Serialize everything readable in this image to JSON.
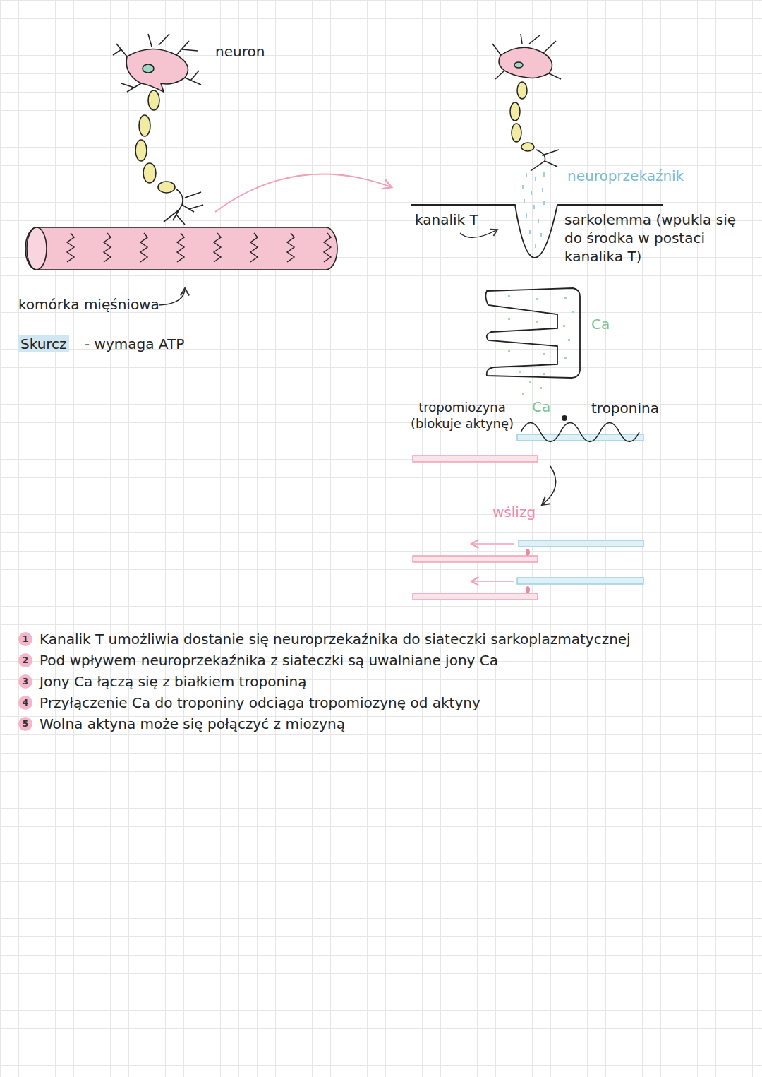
{
  "diagram": {
    "labels": [
      "neuron",
      "komórka mięśniowa",
      "Skurcz",
      "- wymaga ATP",
      "neuroprzekaźnik",
      "kanalik T",
      "sarkolemma (wpukla się do środka w postaci kanalika T)",
      "Ca",
      "tropomiozyna (blokuje aktynę)",
      "Ca",
      "troponina",
      "wślizg",
      "1",
      "Kanalik T umożliwia dostanie się neuroprzekaźnika do siateczki sarkoplazmatycznej",
      "2",
      "Pod wpływem neuroprzekaźnika z siateczki są uwalniane jony Ca",
      "3",
      "Jony Ca łączą się z białkiem troponiną",
      "4",
      "Przyłączenie Ca do troponiny odciąga tropomiozynę od aktyny",
      "5",
      "Wolna aktyna może się połączyć z miozyną"
    ]
  }
}
